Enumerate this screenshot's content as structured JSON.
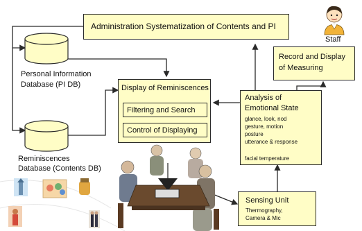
{
  "admin": {
    "label": "Administration  Systematization of Contents and PI"
  },
  "staff": {
    "label": "Staff"
  },
  "pi_db": {
    "line1": "Personal Information",
    "line2": "Database (PI DB)"
  },
  "contents_db": {
    "line1": "Reminiscences",
    "line2": "Database (Contents DB)"
  },
  "display": {
    "title": "Display of Reminiscences",
    "filter": "Filtering and Search",
    "control": "Control of Displaying"
  },
  "record": {
    "line1": "Record and Display",
    "line2": "of Measuring"
  },
  "analysis": {
    "title1": "Analysis  of",
    "title2": "Emotional State",
    "items": [
      "glance, look, nod",
      "gesture, motion",
      "posture",
      "utterance  & response",
      "",
      "facial temperature"
    ]
  },
  "sensing": {
    "title": "Sensing Unit",
    "sub1": "Thermography,",
    "sub2": "Camera & Mic"
  },
  "colors": {
    "box_fill": "#fffdc6",
    "line": "#2a2a2a",
    "db_fill": "#fffdc6"
  }
}
